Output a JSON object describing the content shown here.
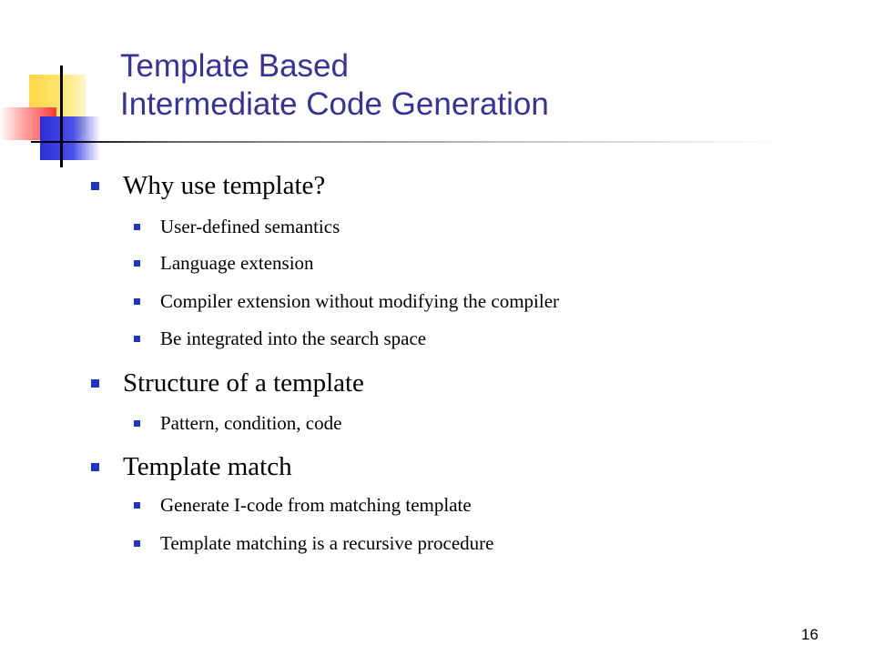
{
  "slide": {
    "title_lines": [
      "Template Based",
      "Intermediate Code Generation"
    ],
    "bullets": [
      {
        "level": 1,
        "text": "Why use template?"
      },
      {
        "level": 2,
        "text": "User-defined semantics"
      },
      {
        "level": 2,
        "text": "Language extension"
      },
      {
        "level": 2,
        "text": "Compiler extension without modifying the compiler"
      },
      {
        "level": 2,
        "text": "Be integrated into the search space"
      },
      {
        "level": 1,
        "text": "Structure of a template"
      },
      {
        "level": 2,
        "text": "Pattern, condition, code"
      },
      {
        "level": 1,
        "text": "Template match"
      },
      {
        "level": 2,
        "text": "Generate I-code from matching template"
      },
      {
        "level": 2,
        "text": "Template matching is a recursive procedure"
      }
    ],
    "page_number": "16"
  },
  "colors": {
    "title": "#33339a",
    "bullet": "#1f35c4",
    "deco_yellow": "#ffd84a",
    "deco_red": "#ff3a3a",
    "deco_blue": "#2a2fd6"
  }
}
